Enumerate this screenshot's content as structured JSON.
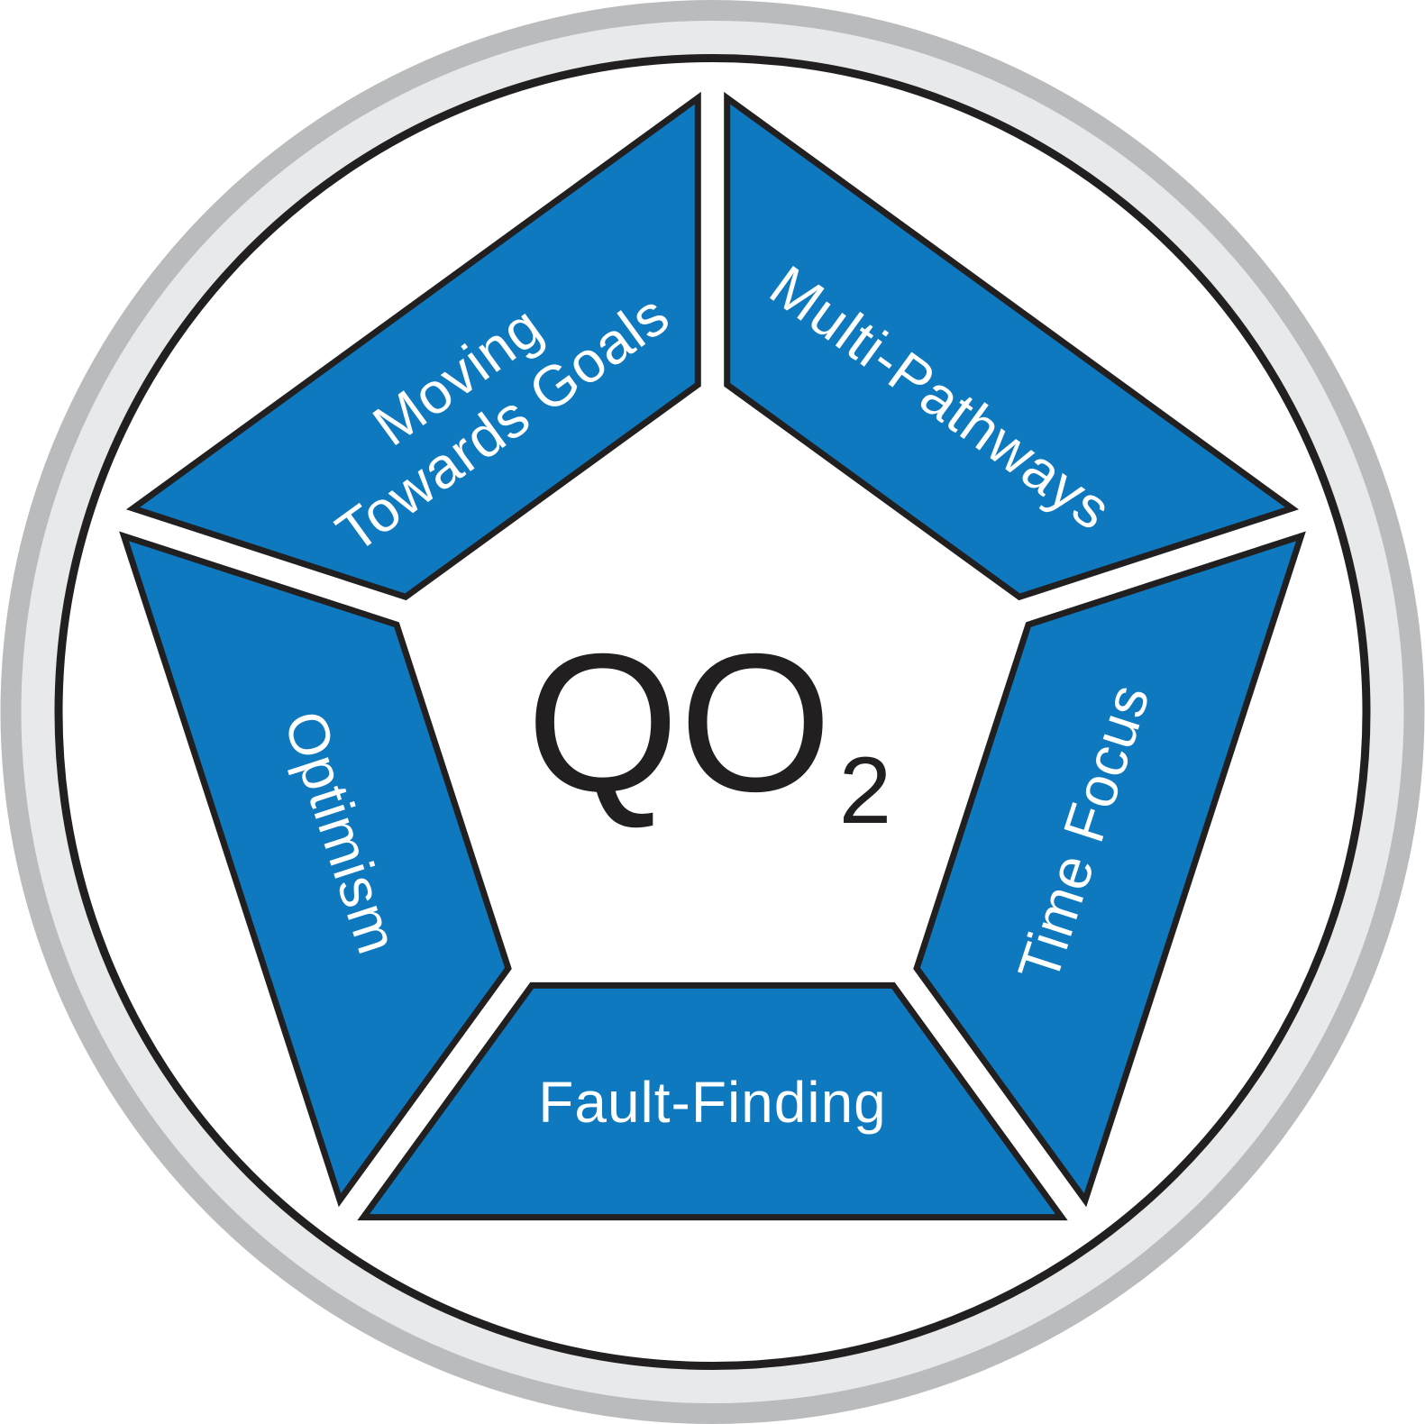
{
  "diagram": {
    "title": "QO2 model wheel",
    "center_label": {
      "main": "QO",
      "subscript": "2"
    },
    "segments": [
      {
        "id": "moving-towards-goals",
        "label": "Moving Towards Goals",
        "line1": "Moving",
        "line2": "Towards Goals"
      },
      {
        "id": "multi-pathways",
        "label": "Multi-Pathways",
        "line1": "Multi-Pathways"
      },
      {
        "id": "time-focus",
        "label": "Time Focus",
        "line1": "Time Focus"
      },
      {
        "id": "fault-finding",
        "label": "Fault-Finding",
        "line1": "Fault-Finding"
      },
      {
        "id": "optimism",
        "label": "Optimism",
        "line1": "Optimism"
      }
    ],
    "colors": {
      "segment_fill": "#0E79BF",
      "segment_stroke": "#221F20",
      "outer_ring": "#B9BBBD",
      "inner_ring": "#E8E9EA",
      "circle_stroke": "#221F20",
      "background": "#FFFFFF",
      "label_text": "#FFFFFF",
      "center_text": "#221F20"
    }
  }
}
